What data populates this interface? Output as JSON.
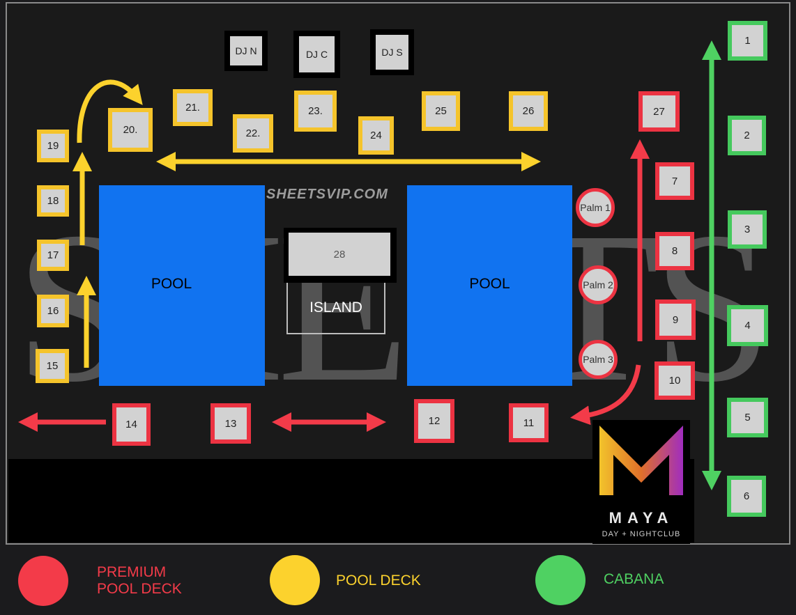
{
  "watermark": {
    "text": "SHEETSVIP.COM",
    "letters": "SHEETS"
  },
  "pools": [
    {
      "label": "POOL"
    },
    {
      "label": "POOL"
    }
  ],
  "island": {
    "table": "28",
    "label": "ISLAND"
  },
  "dj_booths": [
    {
      "label": "DJ N"
    },
    {
      "label": "DJ C"
    },
    {
      "label": "DJ S"
    }
  ],
  "pool_deck_tables": [
    "15",
    "16",
    "17",
    "18",
    "19",
    "20.",
    "21.",
    "22.",
    "23.",
    "24",
    "25",
    "26"
  ],
  "premium_tables": [
    "7",
    "8",
    "9",
    "10",
    "11",
    "12",
    "13",
    "14",
    "27"
  ],
  "palms": [
    "Palm 1",
    "Palm 2",
    "Palm 3"
  ],
  "cabanas": [
    "1",
    "2",
    "3",
    "4",
    "5",
    "6"
  ],
  "logo": {
    "brand": "MAYA",
    "sub": "DAY + NIGHTCLUB"
  },
  "legend": [
    {
      "label": "PREMIUM POOL DECK",
      "line1": "PREMIUM",
      "line2": "POOL DECK",
      "color": "#f33b49"
    },
    {
      "label": "POOL DECK",
      "color": "#fcd22d"
    },
    {
      "label": "CABANA",
      "color": "#4fd162"
    }
  ],
  "colors": {
    "premium": "#ec3342",
    "pool_deck": "#f5c42b",
    "cabana": "#45c95d",
    "pool": "#1173f0"
  }
}
